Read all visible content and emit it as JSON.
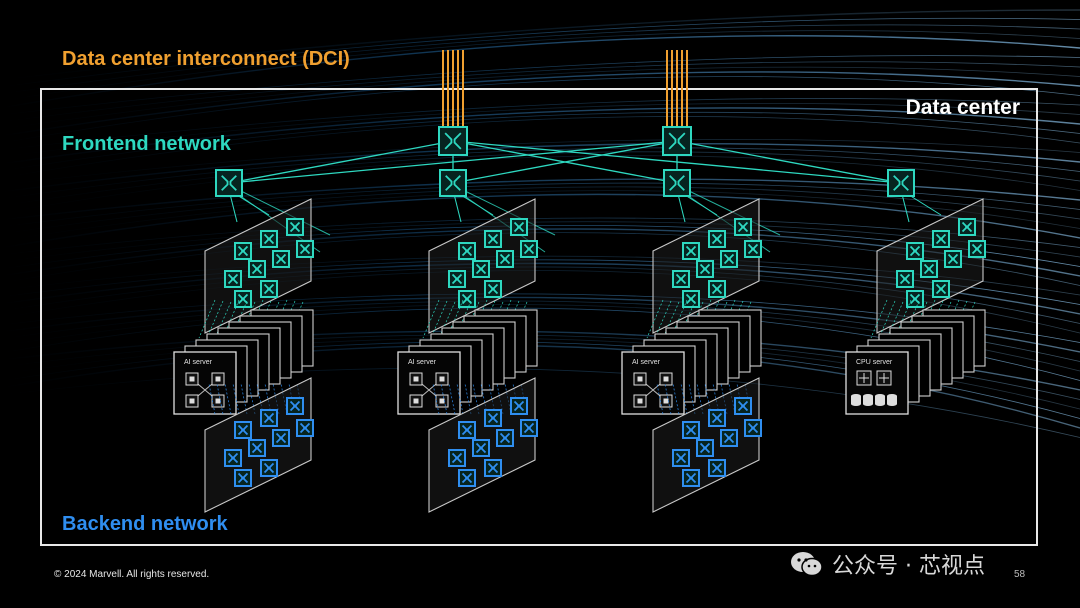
{
  "slide": {
    "dci_title": "Data center interconnect (DCI)",
    "frontend_title": "Frontend network",
    "backend_title": "Backend network",
    "datacenter_label": "Data center",
    "copyright": "© 2024 Marvell. All rights reserved.",
    "page_number": "58"
  },
  "server_labels": {
    "ai": "AI server",
    "cpu": "CPU server"
  },
  "clusters": [
    {
      "server_type": "ai",
      "has_backend": true
    },
    {
      "server_type": "ai",
      "has_backend": true
    },
    {
      "server_type": "ai",
      "has_backend": true
    },
    {
      "server_type": "cpu",
      "has_backend": false
    }
  ],
  "watermark": {
    "text": "公众号 · 芯视点",
    "icon": "wechat-icon"
  },
  "colors": {
    "dci": "#f0a030",
    "frontend": "#2ed8c0",
    "backend": "#2f8ef0",
    "border": "#e8e8e8",
    "background": "#000000"
  }
}
